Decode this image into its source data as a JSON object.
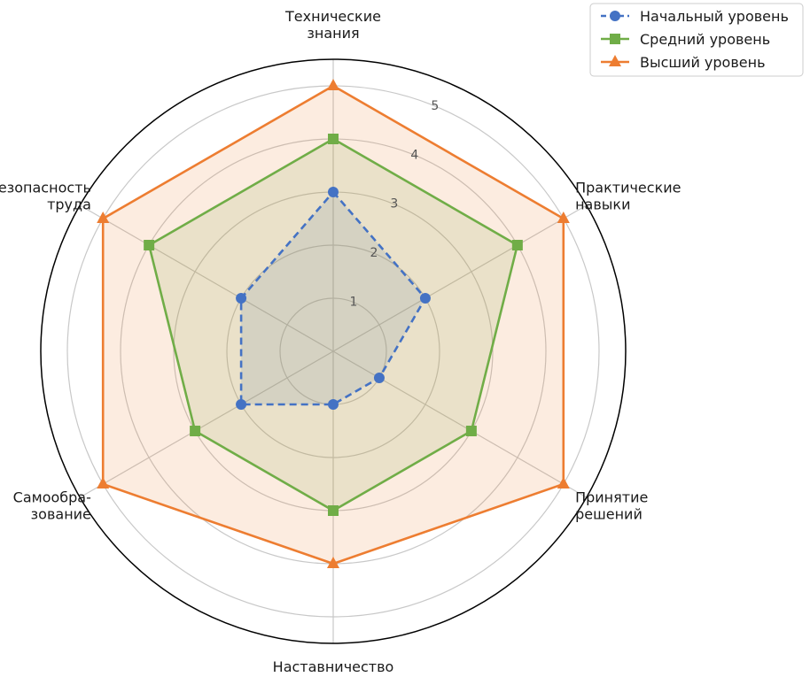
{
  "chart_data": {
    "type": "radar",
    "axes": [
      [
        "Технические",
        "знания"
      ],
      [
        "Практические",
        "навыки"
      ],
      [
        "Принятие",
        "решений"
      ],
      [
        "Наставничество"
      ],
      [
        "Самообра-",
        "зование"
      ],
      [
        "Безопасность",
        "труда"
      ]
    ],
    "rlim": [
      0,
      5.5
    ],
    "rticks": [
      "1",
      "2",
      "3",
      "4",
      "5"
    ],
    "grid": true,
    "legend_position": "top-right",
    "series": [
      {
        "name": "Начальный уровень",
        "values": [
          3,
          2,
          1,
          1,
          2,
          2
        ],
        "color": "#4472c4",
        "marker": "circle",
        "linestyle": "dashed",
        "fill": "#4472c4"
      },
      {
        "name": "Средний уровень",
        "values": [
          4,
          4,
          3,
          3,
          3,
          4
        ],
        "color": "#70ad47",
        "marker": "square",
        "linestyle": "solid",
        "fill": "#70ad47"
      },
      {
        "name": "Высший уровень",
        "values": [
          5,
          5,
          5,
          4,
          5,
          5
        ],
        "color": "#ed7d31",
        "marker": "triangle",
        "linestyle": "solid",
        "fill": "#ed7d31"
      }
    ]
  }
}
